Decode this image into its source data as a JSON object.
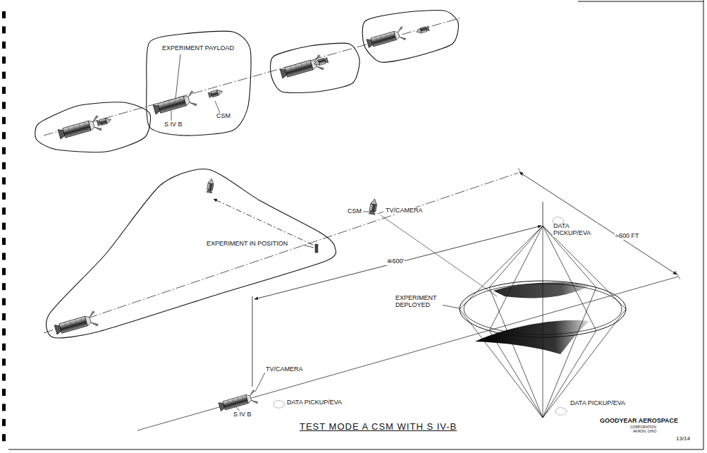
{
  "diagram": {
    "caption": "TEST MODE A CSM WITH S IV-B",
    "labels": [
      "EXPERIMENT PAYLOAD",
      "S IV B",
      "CSM",
      "EXPERIMENT IN POSITION",
      "≅600'",
      "CSM",
      "TV/CAMERA",
      "DATA PICKUP/EVA",
      "≈600 FT",
      "EXPERIMENT DEPLOYED",
      "TV/CAMERA",
      "DATA PICKUP/EVA",
      "S IV B",
      "DATA PICKUP/EVA",
      "GOODYEAR AEROSPACE",
      "CORPORATION",
      "AKRON, OHIO",
      "13/14"
    ]
  }
}
